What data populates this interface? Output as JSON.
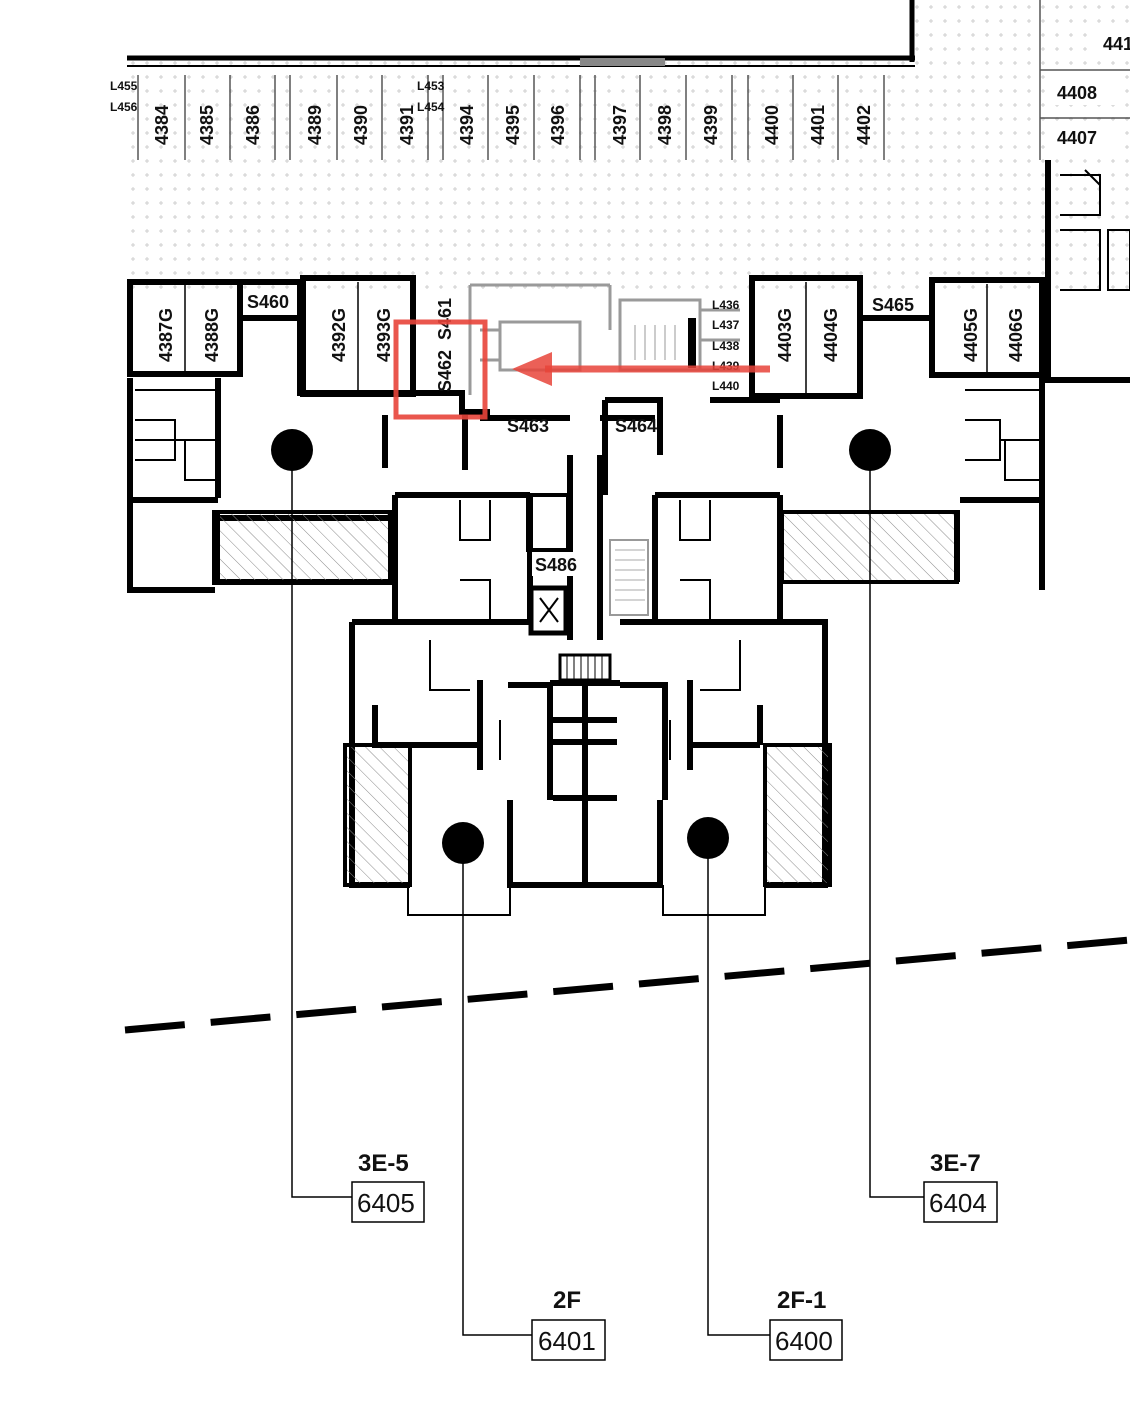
{
  "parking": {
    "stalls": [
      "4384",
      "4385",
      "4386",
      "4389",
      "4390",
      "4391",
      "4394",
      "4395",
      "4396",
      "4397",
      "4398",
      "4399",
      "4400",
      "4401",
      "4402"
    ],
    "right_stalls": [
      "4408",
      "4407"
    ],
    "partial_top_right": "441",
    "lockers_left": [
      "L455",
      "L456"
    ],
    "lockers_mid": [
      "L453",
      "L454"
    ]
  },
  "garages": {
    "left": [
      "4387G",
      "4388G"
    ],
    "left_center": [
      "4392G",
      "4393G"
    ],
    "right_center": [
      "4403G",
      "4404G"
    ],
    "right": [
      "4405G",
      "4406G"
    ]
  },
  "storage": {
    "s460": "S460",
    "s461": "S461",
    "s462": "S462",
    "s463": "S463",
    "s464": "S464",
    "s465": "S465",
    "s486": "S486"
  },
  "lockers_right": [
    "L436",
    "L437",
    "L438",
    "L439",
    "L440"
  ],
  "units": [
    {
      "name": "3E-5",
      "number": "6405"
    },
    {
      "name": "2F",
      "number": "6401"
    },
    {
      "name": "2F-1",
      "number": "6400"
    },
    {
      "name": "3E-7",
      "number": "6404"
    }
  ],
  "colors": {
    "highlight": "#e8443a",
    "walls": "#000000",
    "hatch": "#8a8a8a",
    "grid_dots": "#c8c8c8"
  }
}
